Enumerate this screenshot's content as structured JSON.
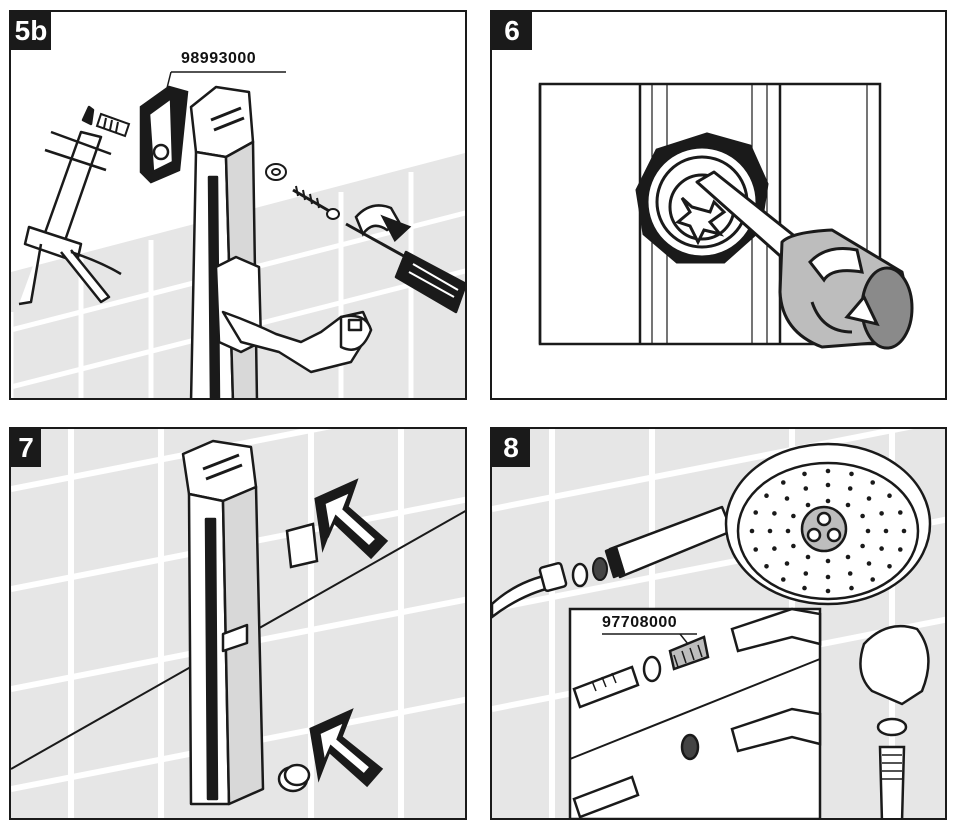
{
  "panels": [
    {
      "step": "5b",
      "part_number": "98993000"
    },
    {
      "step": "6"
    },
    {
      "step": "7"
    },
    {
      "step": "8",
      "part_number": "97708000"
    }
  ],
  "colors": {
    "line": "#1a1a1a",
    "tile": "#e6e6e6",
    "grout": "#ffffff",
    "part_grey": "#bdbdbd",
    "dark_grey": "#8a8a8a"
  }
}
